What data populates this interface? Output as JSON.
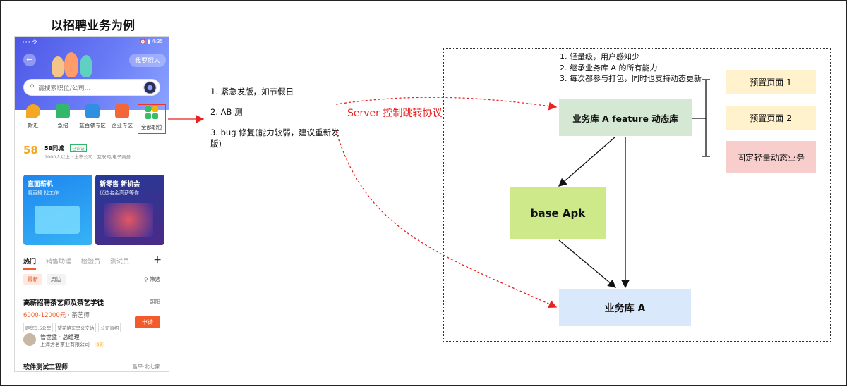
{
  "heading": "以招聘业务为例",
  "phone": {
    "status_left": "••• 令",
    "status_right": "⏰ ▮ 4:35",
    "back_icon": "←",
    "hire_button": "我要招人",
    "search_placeholder": "请搜索职位/公司...",
    "categories": [
      {
        "label": "附近",
        "icon": "location-pin-icon",
        "color": "#f5a623"
      },
      {
        "label": "急招",
        "icon": "briefcase-icon",
        "color": "#33b86b"
      },
      {
        "label": "蓝白领专区",
        "icon": "shirt-icon",
        "color": "#2f8fe0"
      },
      {
        "label": "企业专区",
        "icon": "building-icon",
        "color": "#f2663a"
      },
      {
        "label": "全部职位",
        "icon": "grid-icon",
        "color": "#35c064"
      }
    ],
    "card58": {
      "logo": "58",
      "name": "58同城",
      "badge": "已认证",
      "desc": "1000人以上 · 上市公司 · 互联网/电子商务"
    },
    "banners": [
      {
        "title": "直面薪机",
        "subtitle": "看直播 找工作",
        "color": "#1f7fe6"
      },
      {
        "title": "新零售 新机会",
        "subtitle": "优选名企高薪等你",
        "color": "#2a3a9a"
      }
    ],
    "tabs": [
      "热门",
      "销售助理",
      "检验员",
      "测试员"
    ],
    "tab_plus": "+",
    "filters": [
      "最新",
      "周边"
    ],
    "filter_right": "⚲ 筛选",
    "job": {
      "title": "高薪招聘茶艺师及茶艺学徒",
      "district": "朝阳",
      "salary": "6000-12000元",
      "role": "· 茶艺师",
      "tags": [
        "距您3.5公里",
        "望花路东里公交站",
        "公司直招"
      ],
      "apply": "申请",
      "person_name": "管世猛 · 总经理",
      "person_company": "上海芳茗茶业有限公司",
      "person_badge": "5天"
    },
    "job2": {
      "title": "软件测试工程师",
      "district": "昌平·北七家"
    }
  },
  "left_list": [
    "1. 紧急发版，如节假日",
    "2. AB 测",
    "3. bug 修复(能力较弱，建议重新发版)"
  ],
  "server_label": "Server 控制跳转协议",
  "notes": [
    "1. 轻量级，用户感知少",
    "2. 继承业务库 A 的所有能力",
    "3. 每次都参与打包，同时也支持动态更新"
  ],
  "boxes": {
    "feature": "业务库 A feature 动态库",
    "base": "base Apk",
    "biz": "业务库 A",
    "preset1": "预置页面 1",
    "preset2": "预置页面 2",
    "fixed": "固定轻量动态业务"
  },
  "colors": {
    "red_arrow": "#e82121",
    "feature": "#d5e8d4",
    "base": "#cde98a",
    "biz": "#dae8fc",
    "preset": "#fff2cc",
    "fixed": "#f8cecc"
  }
}
